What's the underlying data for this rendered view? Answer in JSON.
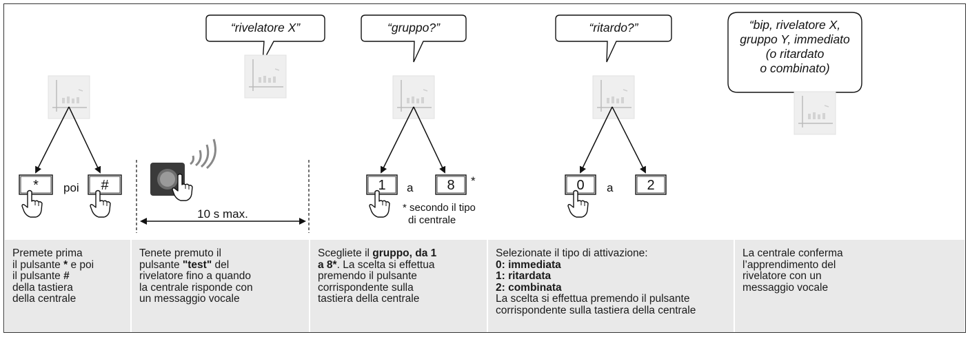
{
  "steps": [
    {
      "keys": [
        "*",
        "#"
      ],
      "connector": "poi",
      "description_lines": [
        [
          {
            "t": "Premete prima",
            "b": false
          }
        ],
        [
          {
            "t": "il pulsante ",
            "b": false
          },
          {
            "t": "*",
            "b": true
          },
          {
            "t": " e poi",
            "b": false
          }
        ],
        [
          {
            "t": "il pulsante ",
            "b": false
          },
          {
            "t": "#",
            "b": true
          }
        ],
        [
          {
            "t": "della tastiera",
            "b": false
          }
        ],
        [
          {
            "t": "della centrale",
            "b": false
          }
        ]
      ]
    },
    {
      "duration_label": "10 s max.",
      "description_lines": [
        [
          {
            "t": "Tenete premuto il",
            "b": false
          }
        ],
        [
          {
            "t": "pulsante ",
            "b": false
          },
          {
            "t": "\"test\"",
            "b": true
          },
          {
            "t": " del",
            "b": false
          }
        ],
        [
          {
            "t": "rivelatore fino a quando",
            "b": false
          }
        ],
        [
          {
            "t": "la centrale risponde con",
            "b": false
          }
        ],
        [
          {
            "t": "un messaggio vocale",
            "b": false
          }
        ]
      ]
    },
    {
      "keys": [
        "1",
        "8"
      ],
      "connector": "a",
      "asterisk": "*",
      "note_lines": [
        "* secondo il tipo",
        "di centrale"
      ],
      "description_lines": [
        [
          {
            "t": "Scegliete il ",
            "b": false
          },
          {
            "t": "gruppo, da 1",
            "b": true
          }
        ],
        [
          {
            "t": "a 8*",
            "b": true
          },
          {
            "t": ". La scelta si effettua",
            "b": false
          }
        ],
        [
          {
            "t": "premendo il pulsante",
            "b": false
          }
        ],
        [
          {
            "t": "corrispondente sulla",
            "b": false
          }
        ],
        [
          {
            "t": "tastiera della centrale",
            "b": false
          }
        ]
      ]
    },
    {
      "keys": [
        "0",
        "2"
      ],
      "connector": "a",
      "description_lines": [
        [
          {
            "t": "Selezionate il tipo di attivazione:",
            "b": false
          }
        ],
        [
          {
            "t": "0: immediata",
            "b": true
          }
        ],
        [
          {
            "t": "1: ritardata",
            "b": true
          }
        ],
        [
          {
            "t": "2: combinata",
            "b": true
          }
        ],
        [
          {
            "t": "La scelta si effettua premendo il pulsante",
            "b": false
          }
        ],
        [
          {
            "t": "corrispondente sulla tastiera della centrale",
            "b": false
          }
        ]
      ]
    },
    {
      "description_lines": [
        [
          {
            "t": "La centrale conferma",
            "b": false
          }
        ],
        [
          {
            "t": "l’apprendimento del",
            "b": false
          }
        ],
        [
          {
            "t": "rivelatore con un",
            "b": false
          }
        ],
        [
          {
            "t": "messaggio vocale",
            "b": false
          }
        ]
      ]
    }
  ],
  "bubbles": [
    {
      "lines": [
        "“rivelatore X”"
      ]
    },
    {
      "lines": [
        "“gruppo?”"
      ]
    },
    {
      "lines": [
        "“ritardo?”"
      ]
    },
    {
      "lines": [
        "“bip, rivelatore X,",
        "gruppo Y, immediato",
        "(o ritardato",
        "o combinato)"
      ]
    }
  ],
  "icons": {
    "panel": "control-panel-icon",
    "hand": "hand-press-icon",
    "detector": "detector-test-button-icon",
    "radio": "radio-waves-icon"
  },
  "colors": {
    "description_bg": "#e9e9e9",
    "frame": "#333333"
  }
}
